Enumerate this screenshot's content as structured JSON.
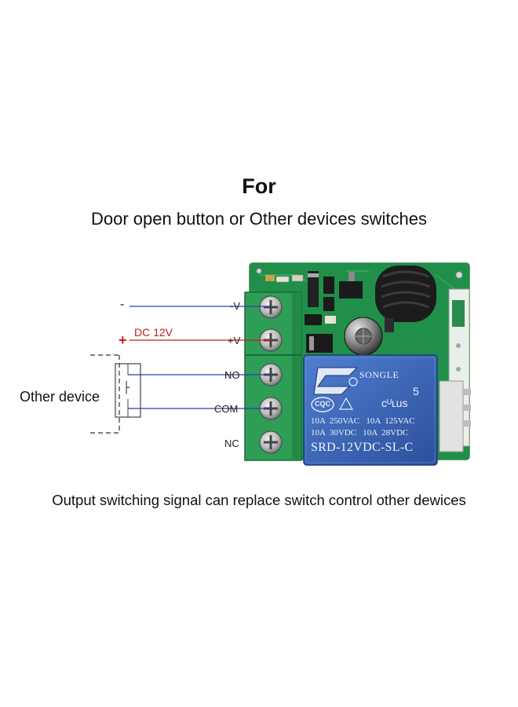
{
  "heading": "For",
  "subheading": "Door open button or Other devices switches",
  "caption": "Output switching signal can replace switch control other dewices",
  "device_label": "Other device",
  "supply_label": "DC 12V",
  "minus_sign": "-",
  "plus_sign": "+",
  "switch_symbol": "├",
  "terminals": [
    {
      "label": "-V"
    },
    {
      "label": "+V"
    },
    {
      "label": "NO"
    },
    {
      "label": "COM"
    },
    {
      "label": "NC"
    }
  ],
  "relay": {
    "brand": "SONGLE",
    "cert_number": "5",
    "cert_mark": "CQC",
    "ul_mark": "cᵁʟus",
    "rating_line_1": "10A  250VAC   10A  125VAC",
    "rating_line_2": "10A  30VDC   10A  28VDC",
    "model": "SRD-12VDC-SL-C"
  },
  "colors": {
    "pcb": "#1f8f4a",
    "terminal_block": "#2e9e56",
    "relay": "#3a64b8",
    "wire_negative": "#2a3fb0",
    "wire_positive": "#c0201c",
    "wire_signal": "#2a3fb0"
  }
}
